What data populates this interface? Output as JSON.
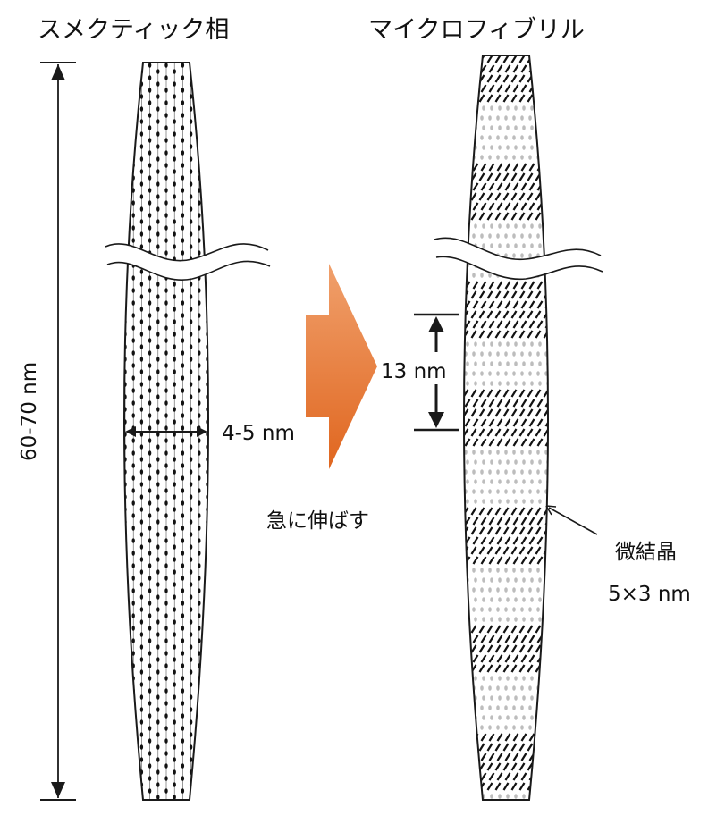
{
  "labels": {
    "smectic_title": "スメクティック相",
    "microfibril_title": "マイクロフィブリル",
    "length": "60-70 nm",
    "width": "4-5 nm",
    "period": "13 nm",
    "process": "急に伸ばす",
    "microcrystal": "微結晶",
    "microcrystal_size": "5×3 nm"
  },
  "colors": {
    "arrow_top": "#f0a06c",
    "arrow_bottom": "#e0661f",
    "outline": "#1a1a1a",
    "dark_dot": "#111111",
    "light_dot": "#bdbdbd"
  }
}
